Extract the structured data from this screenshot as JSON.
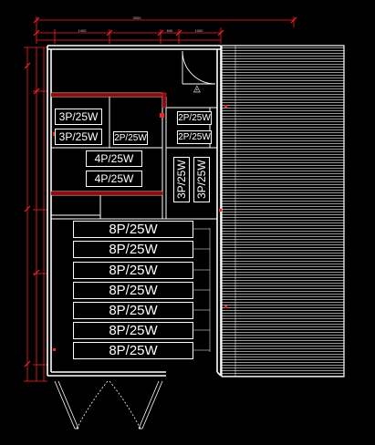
{
  "labels": {
    "room_a_top": "3P/25W",
    "room_a_bottom": "3P/25W",
    "room_b": "2P/25W",
    "room_c_top": "2P/25W",
    "room_c_bottom": "2P/25W",
    "row4_top": "4P/25W",
    "row4_bottom": "4P/25W",
    "vertical_left": "3P/25W",
    "vertical_right": "3P/25W",
    "big_rows": [
      "8P/25W",
      "8P/25W",
      "8P/25W",
      "8P/25W",
      "8P/25W",
      "8P/25W",
      "8P/25W"
    ]
  },
  "dimensions": {
    "top_total": "3000",
    "top_left": "1400",
    "top_mid": "600",
    "top_right": "1000"
  },
  "colors": {
    "wall": "#ffffff",
    "dimension": "#ff0000",
    "hatch": "#ffffff",
    "background": "#000000"
  }
}
